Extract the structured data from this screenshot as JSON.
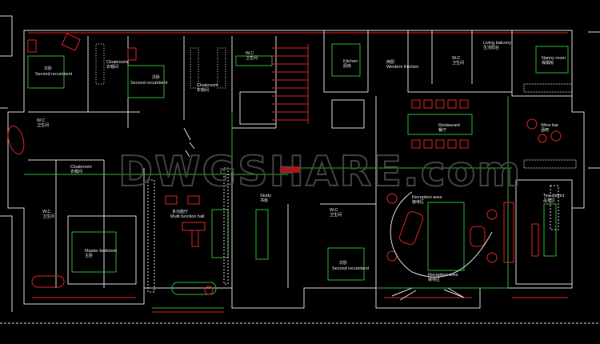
{
  "watermark": "DWGSHARE.com",
  "colors": {
    "background": "#000000",
    "walls": "#d8d8d8",
    "furniture_green": "#2fb52f",
    "furniture_red": "#e02424"
  },
  "rooms": [
    {
      "en": "Second recumbent",
      "cn": "次卧"
    },
    {
      "en": "Cloakroom",
      "cn": "衣帽间"
    },
    {
      "en": "Second recumbent",
      "cn": "次卧"
    },
    {
      "en": "Cloakroom",
      "cn": "衣帽间"
    },
    {
      "en": "W.C",
      "cn": "卫生间"
    },
    {
      "en": "W.C",
      "cn": "卫生间"
    },
    {
      "en": "Cloakroom",
      "cn": "衣帽间"
    },
    {
      "en": "Kitchen",
      "cn": "厨房"
    },
    {
      "en": "Western Kitchen",
      "cn": "西厨"
    },
    {
      "en": "W.C",
      "cn": "卫生间"
    },
    {
      "en": "Living balcony",
      "cn": "生活阳台"
    },
    {
      "en": "Nanny room",
      "cn": "保姆房"
    },
    {
      "en": "Restaurant",
      "cn": "餐厅"
    },
    {
      "en": "Wine bar",
      "cn": "酒吧"
    },
    {
      "en": "W.C",
      "cn": "卫生间"
    },
    {
      "en": "Multi function hall",
      "cn": "多功能厅"
    },
    {
      "en": "Study",
      "cn": "书房"
    },
    {
      "en": "Master bedroom",
      "cn": "主卧"
    },
    {
      "en": "W.C",
      "cn": "卫生间"
    },
    {
      "en": "Reception area",
      "cn": "接待区"
    },
    {
      "en": "Second recumbent",
      "cn": "次卧"
    },
    {
      "en": "Reception area",
      "cn": "接待区"
    },
    {
      "en": "Tea district",
      "cn": "品茶区"
    }
  ]
}
